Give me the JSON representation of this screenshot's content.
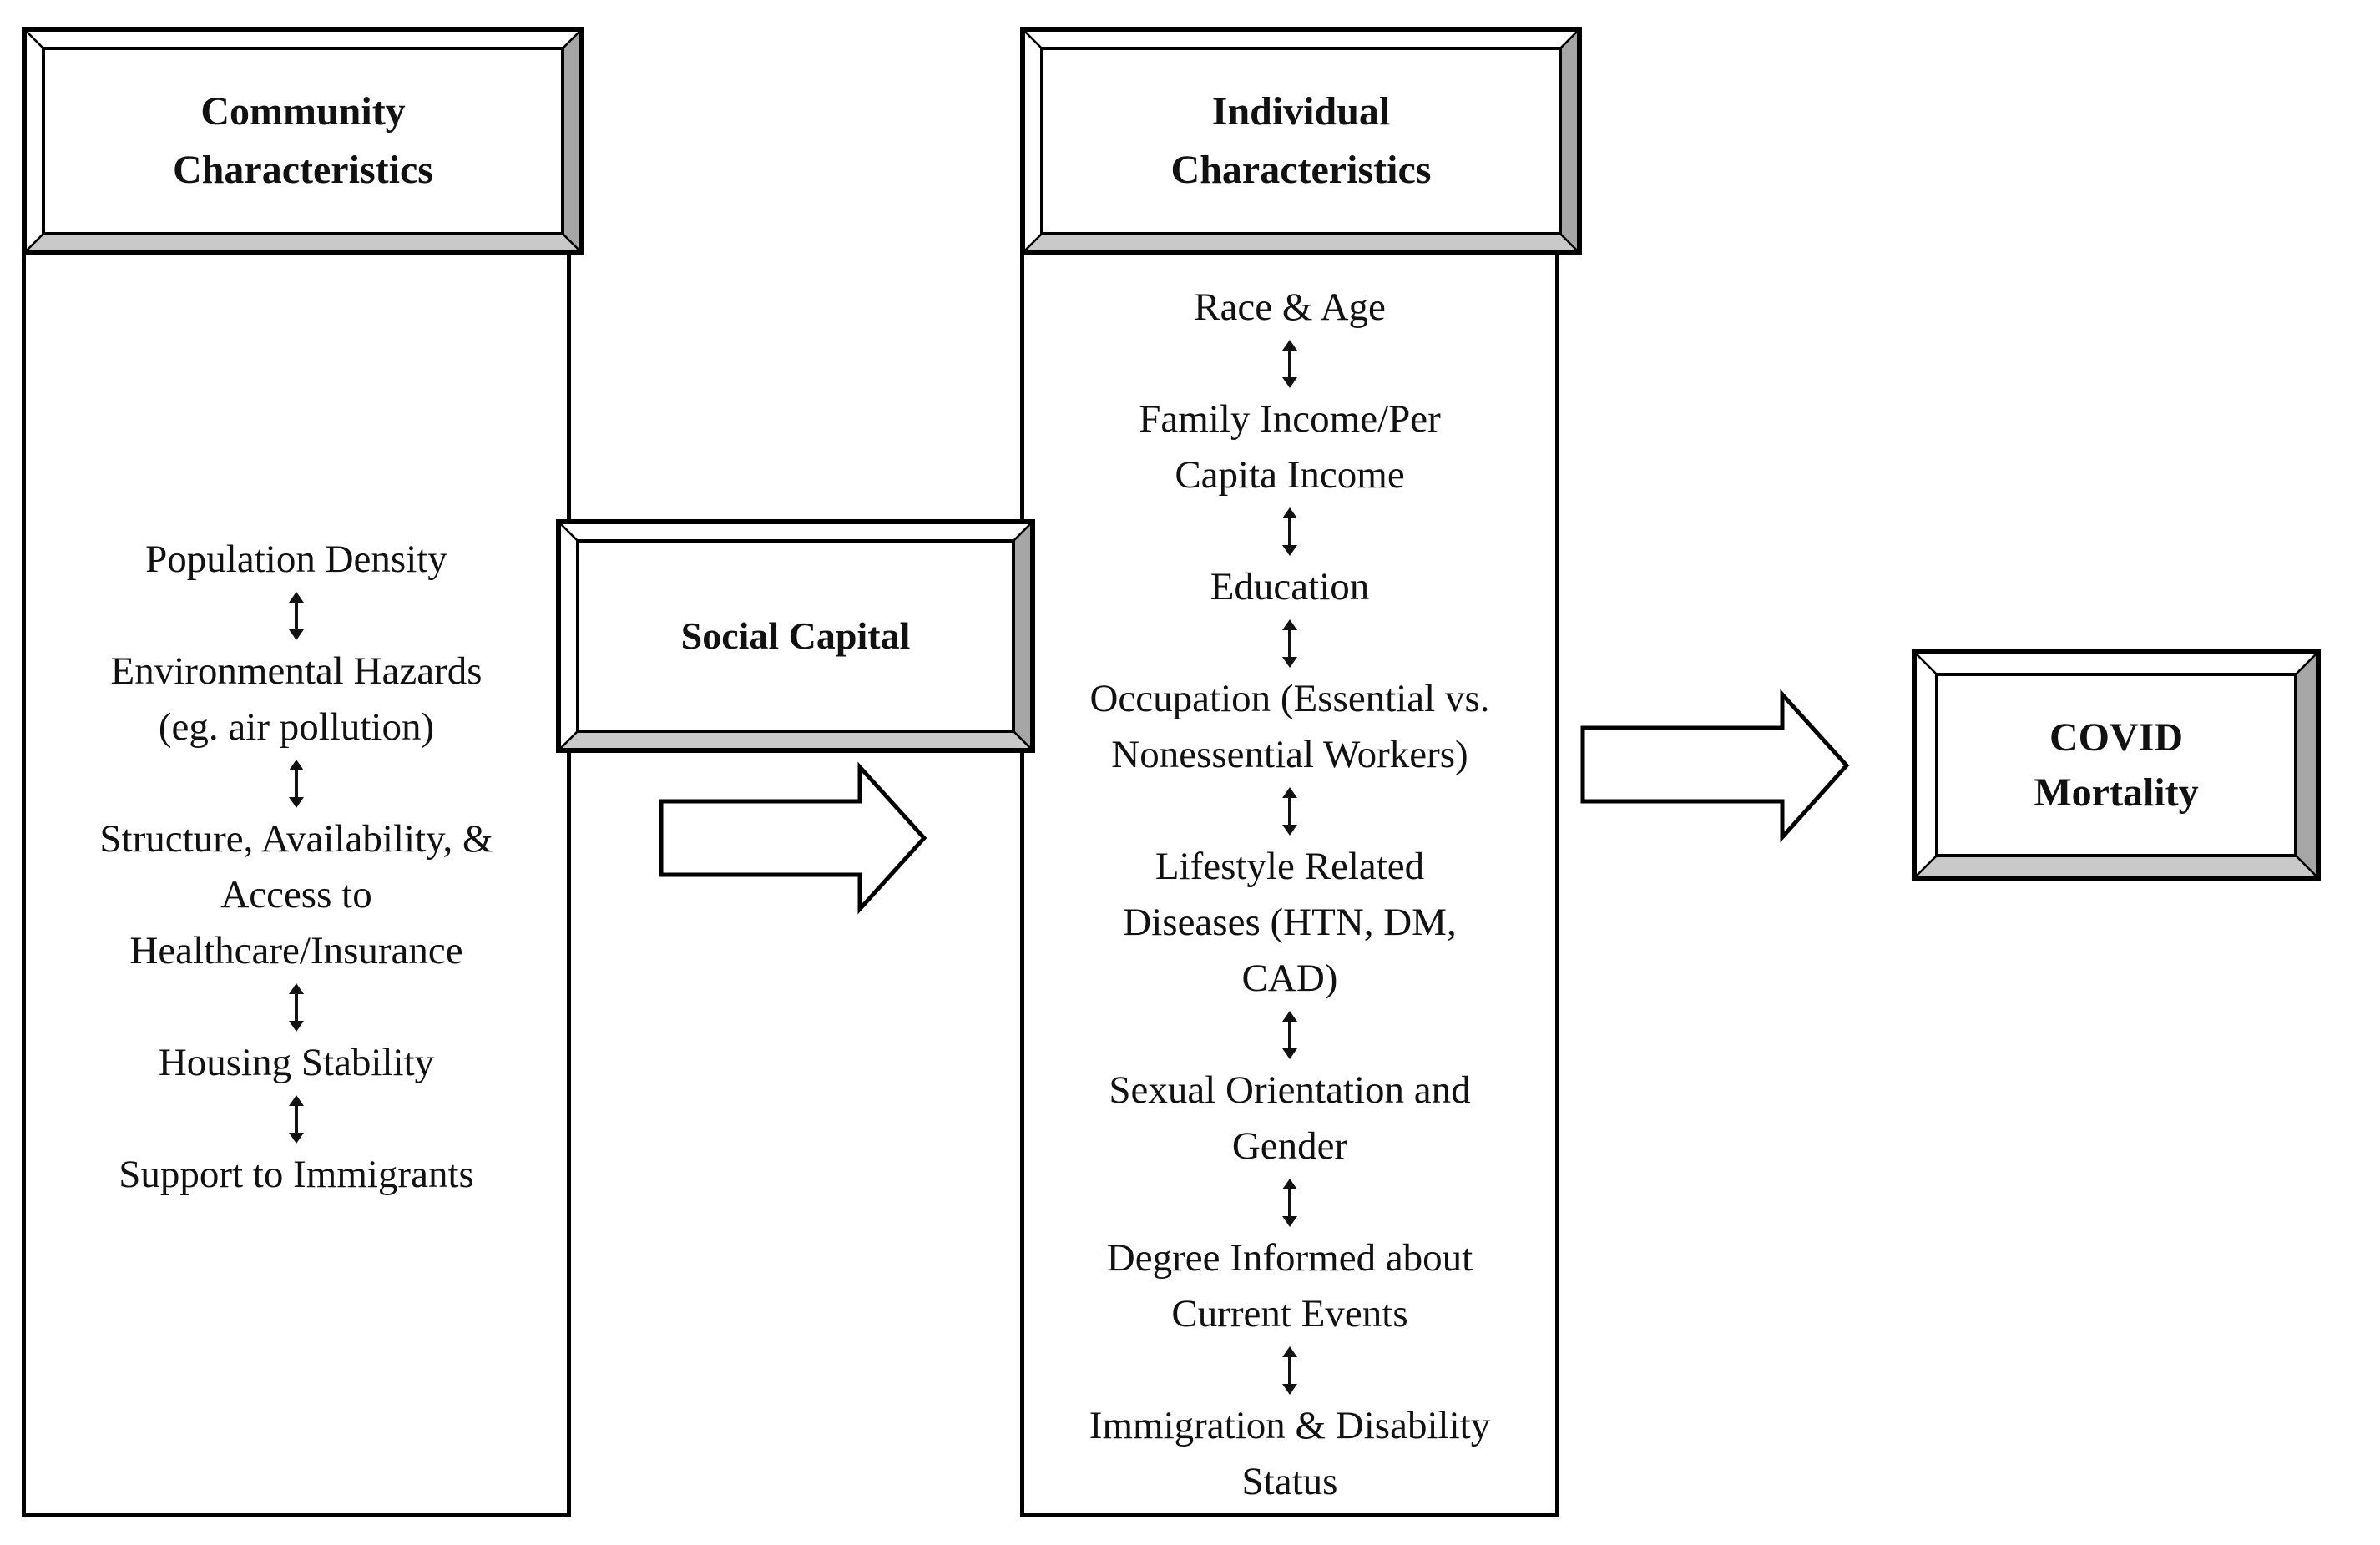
{
  "diagram": {
    "community": {
      "header": [
        "Community",
        "Characteristics"
      ],
      "rows": [
        {
          "kind": "text",
          "text": "Population Density"
        },
        {
          "kind": "arrow"
        },
        {
          "kind": "text",
          "text": "Environmental Hazards"
        },
        {
          "kind": "text",
          "text": "(eg. air pollution)"
        },
        {
          "kind": "arrow"
        },
        {
          "kind": "text",
          "text": "Structure, Availability, &"
        },
        {
          "kind": "text",
          "text": "Access to"
        },
        {
          "kind": "text",
          "text": "Healthcare/Insurance"
        },
        {
          "kind": "arrow"
        },
        {
          "kind": "text",
          "text": "Housing Stability"
        },
        {
          "kind": "arrow"
        },
        {
          "kind": "text",
          "text": "Support to Immigrants"
        }
      ]
    },
    "individual": {
      "header": [
        "Individual",
        "Characteristics"
      ],
      "rows": [
        {
          "kind": "text",
          "text": "Race & Age"
        },
        {
          "kind": "arrow"
        },
        {
          "kind": "text",
          "text": "Family Income/Per"
        },
        {
          "kind": "text",
          "text": "Capita Income"
        },
        {
          "kind": "arrow"
        },
        {
          "kind": "text",
          "text": "Education"
        },
        {
          "kind": "arrow"
        },
        {
          "kind": "text",
          "text": "Occupation (Essential vs."
        },
        {
          "kind": "text",
          "text": "Nonessential Workers)"
        },
        {
          "kind": "arrow"
        },
        {
          "kind": "text",
          "text": "Lifestyle Related"
        },
        {
          "kind": "text",
          "text": "Diseases (HTN, DM,"
        },
        {
          "kind": "text",
          "text": "CAD)"
        },
        {
          "kind": "arrow"
        },
        {
          "kind": "text",
          "text": "Sexual Orientation and"
        },
        {
          "kind": "text",
          "text": "Gender"
        },
        {
          "kind": "arrow"
        },
        {
          "kind": "text",
          "text": "Degree Informed about"
        },
        {
          "kind": "text",
          "text": "Current Events"
        },
        {
          "kind": "arrow"
        },
        {
          "kind": "text",
          "text": "Immigration & Disability"
        },
        {
          "kind": "text",
          "text": "Status"
        }
      ]
    },
    "social_capital": {
      "label": "Social Capital"
    },
    "outcome": {
      "header": [
        "COVID",
        "Mortality"
      ]
    }
  },
  "colors": {
    "background": "#ffffff",
    "border": "#000000",
    "text": "#111111",
    "bevel_top": "#ffffff",
    "bevel_left": "#ffffff",
    "bevel_right": "#a6a6a6",
    "bevel_bottom": "#c9c9c9",
    "box_face": "#ffffff"
  }
}
